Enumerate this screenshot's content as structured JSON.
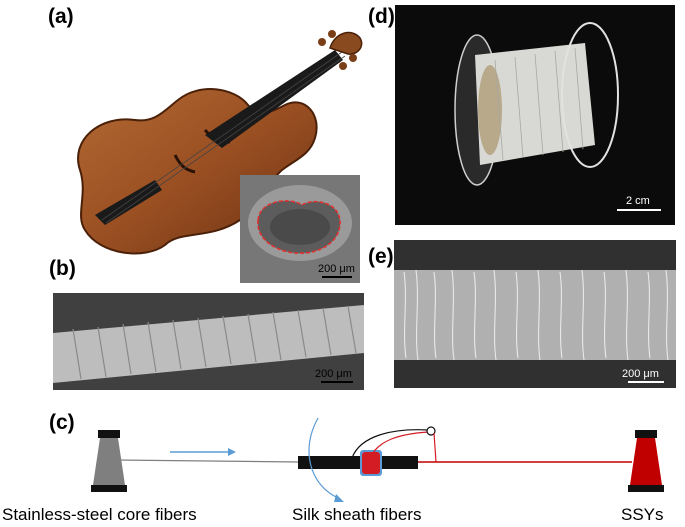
{
  "panels": {
    "a": {
      "label": "(a)",
      "scale": "200 μm"
    },
    "b": {
      "label": "(b)",
      "scale": "200 μm"
    },
    "c": {
      "label": "(c)"
    },
    "d": {
      "label": "(d)",
      "scale": "2 cm"
    },
    "e": {
      "label": "(e)",
      "scale": "200 μm"
    }
  },
  "schematic": {
    "left_label": "Stainless-steel core fibers",
    "middle_label": "Silk sheath fibers",
    "right_label": "SSYs",
    "colors": {
      "core_spool": "#7f7f7f",
      "yarn_spool": "#c00000",
      "sheath_ring": "#d41c24",
      "guide_ring": "#5b9bd5",
      "arrow": "#5b9bd5"
    }
  }
}
